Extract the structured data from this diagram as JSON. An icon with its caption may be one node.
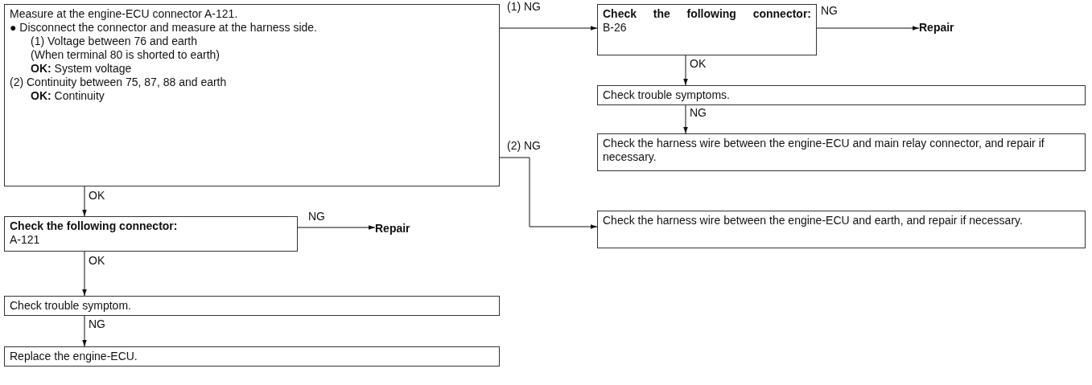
{
  "diagram": {
    "nodes": [
      {
        "text": [
          "Measure at the engine-ECU connector A-121.",
          "●  Disconnect the connector and measure at the harness side.",
          "(1) Voltage between 76 and earth",
          "(When terminal 80 is shorted to earth)",
          "**OK:**  System voltage",
          "(2) Continuity between 75, 87, 88 and earth",
          "**OK:**  Continuity"
        ]
      },
      {
        "text": [
          "Check the following connector:",
          "A-121"
        ]
      },
      {
        "text": [
          "Repair"
        ]
      },
      {
        "text": [
          "Check trouble symptom."
        ]
      },
      {
        "text": [
          "Replace the engine-ECU."
        ]
      },
      {
        "text": [
          "Check the following connector:",
          "B-26"
        ]
      },
      {
        "text": [
          "Repair"
        ]
      },
      {
        "text": [
          "Check trouble symptoms."
        ]
      },
      {
        "text": [
          "Check the harness wire between the engine-ECU and main relay connector, and repair if necessary."
        ]
      },
      {
        "text": [
          "Check the harness wire between the engine-ECU and earth, and repair if necessary."
        ]
      }
    ],
    "edges": [
      {
        "from": 0,
        "to": 5,
        "arrow": "to",
        "label": "(1) NG"
      },
      {
        "from": 0,
        "to": 9,
        "arrow": "to",
        "label": "(2) NG"
      },
      {
        "from": 0,
        "to": 1,
        "arrow": "to",
        "label": "OK"
      },
      {
        "from": 1,
        "to": 2,
        "arrow": "to",
        "label": "NG"
      },
      {
        "from": 1,
        "to": 3,
        "arrow": "to",
        "label": "OK"
      },
      {
        "from": 3,
        "to": 4,
        "arrow": "to",
        "label": "NG"
      },
      {
        "from": 5,
        "to": 6,
        "arrow": "to",
        "label": "NG"
      },
      {
        "from": 5,
        "to": 7,
        "arrow": "to",
        "label": "OK"
      },
      {
        "from": 7,
        "to": 8,
        "arrow": "to",
        "label": "NG"
      }
    ]
  }
}
